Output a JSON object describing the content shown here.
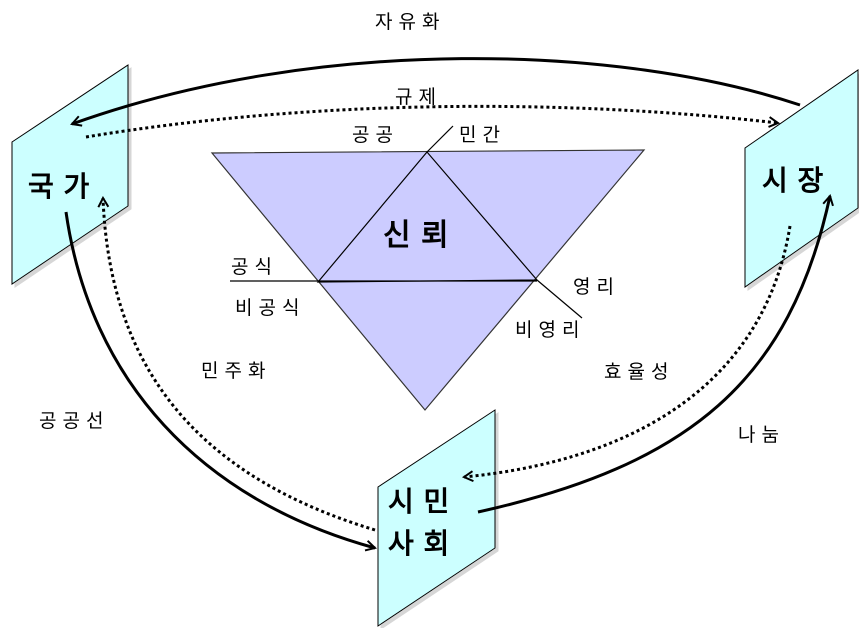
{
  "nodes": {
    "state": "국 가",
    "market": "시 장",
    "civil_line1": "시 민",
    "civil_line2": "사 회"
  },
  "center": "신 뢰",
  "axes": {
    "public": "공 공",
    "private": "민 간",
    "formal": "공 식",
    "informal": "비 공 식",
    "profit": "영 리",
    "nonprofit": "비 영 리"
  },
  "flows": {
    "liberalization": "자 유 화",
    "regulation": "규 제",
    "democratization": "민 주 화",
    "public_goods": "공 공 선",
    "efficiency": "효 율 성",
    "sharing": "나 눔"
  },
  "colors": {
    "panel_fill": "#ccffff",
    "triangle_fill": "#ccccff"
  }
}
